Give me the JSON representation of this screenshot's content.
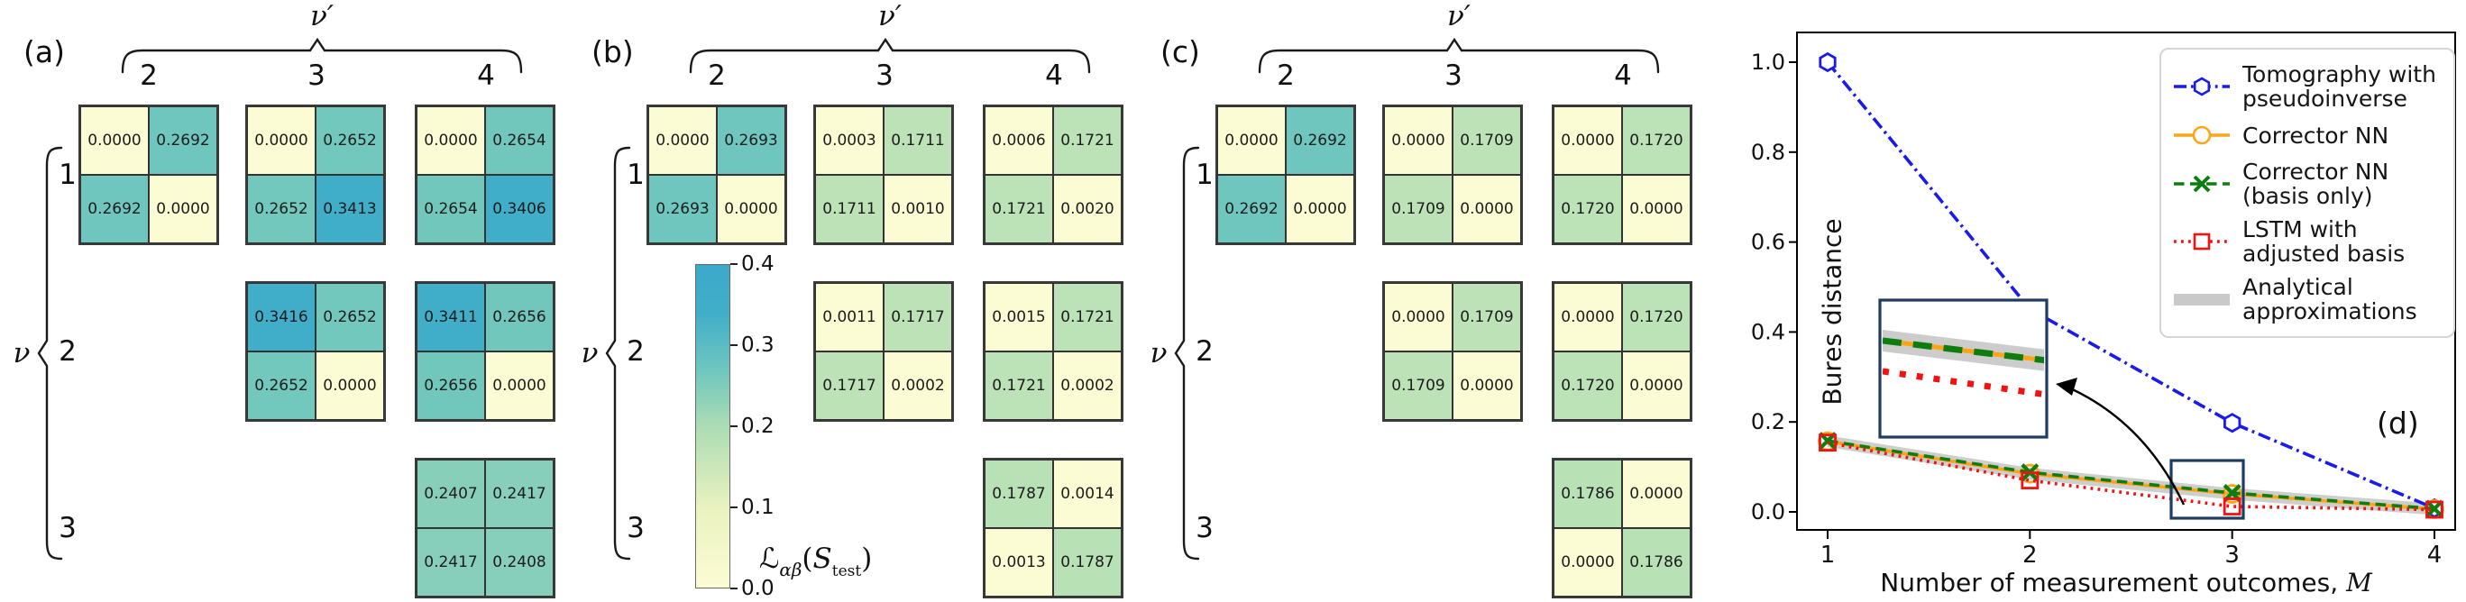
{
  "figure": {
    "background": "#ffffff"
  },
  "colormap_stops": [
    [
      0.0,
      "#fcfcd4"
    ],
    [
      0.1,
      "#e9f2bf"
    ],
    [
      0.2,
      "#abdcb4"
    ],
    [
      0.27,
      "#6ec6be"
    ],
    [
      0.34,
      "#41aec9"
    ],
    [
      0.4,
      "#3ca9ca"
    ]
  ],
  "colorbar": {
    "tick_labels": [
      "0.4",
      "0.3",
      "0.2",
      "0.1",
      "0.0"
    ],
    "label_parts": {
      "script_l": "ℒ",
      "sub": "αβ",
      "open": "(",
      "arg": "S",
      "arg_sub": "test",
      "close": ")"
    }
  },
  "chart_data": [
    {
      "type": "heatmap",
      "panel_label": "(a)",
      "col_axis": "ν′",
      "row_axis": "ν",
      "col_labels": [
        "2",
        "3",
        "4"
      ],
      "row_labels": [
        "1",
        "2",
        "3"
      ],
      "value_range": [
        0,
        0.4
      ],
      "matrices": [
        {
          "row": 1,
          "col": 2,
          "values": [
            [
              0.0,
              0.2692
            ],
            [
              0.2692,
              0.0
            ]
          ]
        },
        {
          "row": 1,
          "col": 3,
          "values": [
            [
              0.0,
              0.2652
            ],
            [
              0.2652,
              0.3413
            ]
          ]
        },
        {
          "row": 1,
          "col": 4,
          "values": [
            [
              0.0,
              0.2654
            ],
            [
              0.2654,
              0.3406
            ]
          ]
        },
        {
          "row": 2,
          "col": 3,
          "values": [
            [
              0.3416,
              0.2652
            ],
            [
              0.2652,
              0.0
            ]
          ]
        },
        {
          "row": 2,
          "col": 4,
          "values": [
            [
              0.3411,
              0.2656
            ],
            [
              0.2656,
              0.0
            ]
          ]
        },
        {
          "row": 3,
          "col": 4,
          "values": [
            [
              0.2407,
              0.2417
            ],
            [
              0.2417,
              0.2408
            ]
          ]
        }
      ]
    },
    {
      "type": "heatmap",
      "panel_label": "(b)",
      "col_axis": "ν′",
      "row_axis": "ν",
      "col_labels": [
        "2",
        "3",
        "4"
      ],
      "row_labels": [
        "1",
        "2",
        "3"
      ],
      "value_range": [
        0,
        0.4
      ],
      "matrices": [
        {
          "row": 1,
          "col": 2,
          "values": [
            [
              0.0,
              0.2693
            ],
            [
              0.2693,
              0.0
            ]
          ]
        },
        {
          "row": 1,
          "col": 3,
          "values": [
            [
              0.0003,
              0.1711
            ],
            [
              0.1711,
              0.001
            ]
          ]
        },
        {
          "row": 1,
          "col": 4,
          "values": [
            [
              0.0006,
              0.1721
            ],
            [
              0.1721,
              0.002
            ]
          ]
        },
        {
          "row": 2,
          "col": 3,
          "values": [
            [
              0.0011,
              0.1717
            ],
            [
              0.1717,
              0.0002
            ]
          ]
        },
        {
          "row": 2,
          "col": 4,
          "values": [
            [
              0.0015,
              0.1721
            ],
            [
              0.1721,
              0.0002
            ]
          ]
        },
        {
          "row": 3,
          "col": 4,
          "values": [
            [
              0.1787,
              0.0014
            ],
            [
              0.0013,
              0.1787
            ]
          ]
        }
      ]
    },
    {
      "type": "heatmap",
      "panel_label": "(c)",
      "col_axis": "ν′",
      "row_axis": "ν",
      "col_labels": [
        "2",
        "3",
        "4"
      ],
      "row_labels": [
        "1",
        "2",
        "3"
      ],
      "value_range": [
        0,
        0.4
      ],
      "matrices": [
        {
          "row": 1,
          "col": 2,
          "values": [
            [
              0.0,
              0.2692
            ],
            [
              0.2692,
              0.0
            ]
          ]
        },
        {
          "row": 1,
          "col": 3,
          "values": [
            [
              0.0,
              0.1709
            ],
            [
              0.1709,
              0.0
            ]
          ]
        },
        {
          "row": 1,
          "col": 4,
          "values": [
            [
              0.0,
              0.172
            ],
            [
              0.172,
              0.0
            ]
          ]
        },
        {
          "row": 2,
          "col": 3,
          "values": [
            [
              0.0,
              0.1709
            ],
            [
              0.1709,
              0.0
            ]
          ]
        },
        {
          "row": 2,
          "col": 4,
          "values": [
            [
              0.0,
              0.172
            ],
            [
              0.172,
              0.0
            ]
          ]
        },
        {
          "row": 3,
          "col": 4,
          "values": [
            [
              0.1786,
              0.0
            ],
            [
              0.0,
              0.1786
            ]
          ]
        }
      ]
    },
    {
      "type": "line",
      "panel_label": "(d)",
      "xlabel_text": "Number of measurement outcomes, ",
      "xlabel_var": "M",
      "ylabel": "Bures distance",
      "x": [
        1,
        2,
        3,
        4
      ],
      "x_tick_labels": [
        "1",
        "2",
        "3",
        "4"
      ],
      "y_ticks": [
        0.0,
        0.2,
        0.4,
        0.6,
        0.8,
        1.0
      ],
      "y_tick_labels": [
        "0.0",
        "0.2",
        "0.4",
        "0.6",
        "0.8",
        "1.0"
      ],
      "ylim": [
        -0.04,
        1.07
      ],
      "legend_position": "upper right",
      "series": [
        {
          "name": "Tomography with pseudoinverse",
          "legend_lines": [
            "Tomography with",
            "pseudoinverse"
          ],
          "color": "#1a1aee",
          "line_style": "dashdot",
          "marker": "hexagon",
          "values": [
            1.0,
            0.451,
            0.198,
            0.008
          ]
        },
        {
          "name": "Corrector NN",
          "legend_lines": [
            "Corrector NN"
          ],
          "color": "#ffa413",
          "line_style": "solid",
          "marker": "circle",
          "values": [
            0.157,
            0.085,
            0.04,
            0.006
          ]
        },
        {
          "name": "Corrector NN (basis only)",
          "legend_lines": [
            "Corrector NN",
            "(basis only)"
          ],
          "color": "#0e7d0e",
          "line_style": "dashed",
          "marker": "x",
          "values": [
            0.158,
            0.088,
            0.042,
            0.007
          ]
        },
        {
          "name": "LSTM with adjusted basis",
          "legend_lines": [
            "LSTM with",
            "adjusted basis"
          ],
          "color": "#f21212",
          "line_style": "dotted",
          "marker": "square",
          "values": [
            0.154,
            0.07,
            0.012,
            0.005
          ]
        },
        {
          "name": "Analytical approximations",
          "legend_lines": [
            "Analytical",
            "approximations"
          ],
          "color": "#c9c9c9",
          "line_style": "band",
          "marker": "none",
          "values": [
            0.157,
            0.085,
            0.04,
            0.006
          ],
          "band_halfwidth": 0.013
        }
      ],
      "annotation_colors": {
        "inset_border": "#1f3d63"
      }
    }
  ]
}
